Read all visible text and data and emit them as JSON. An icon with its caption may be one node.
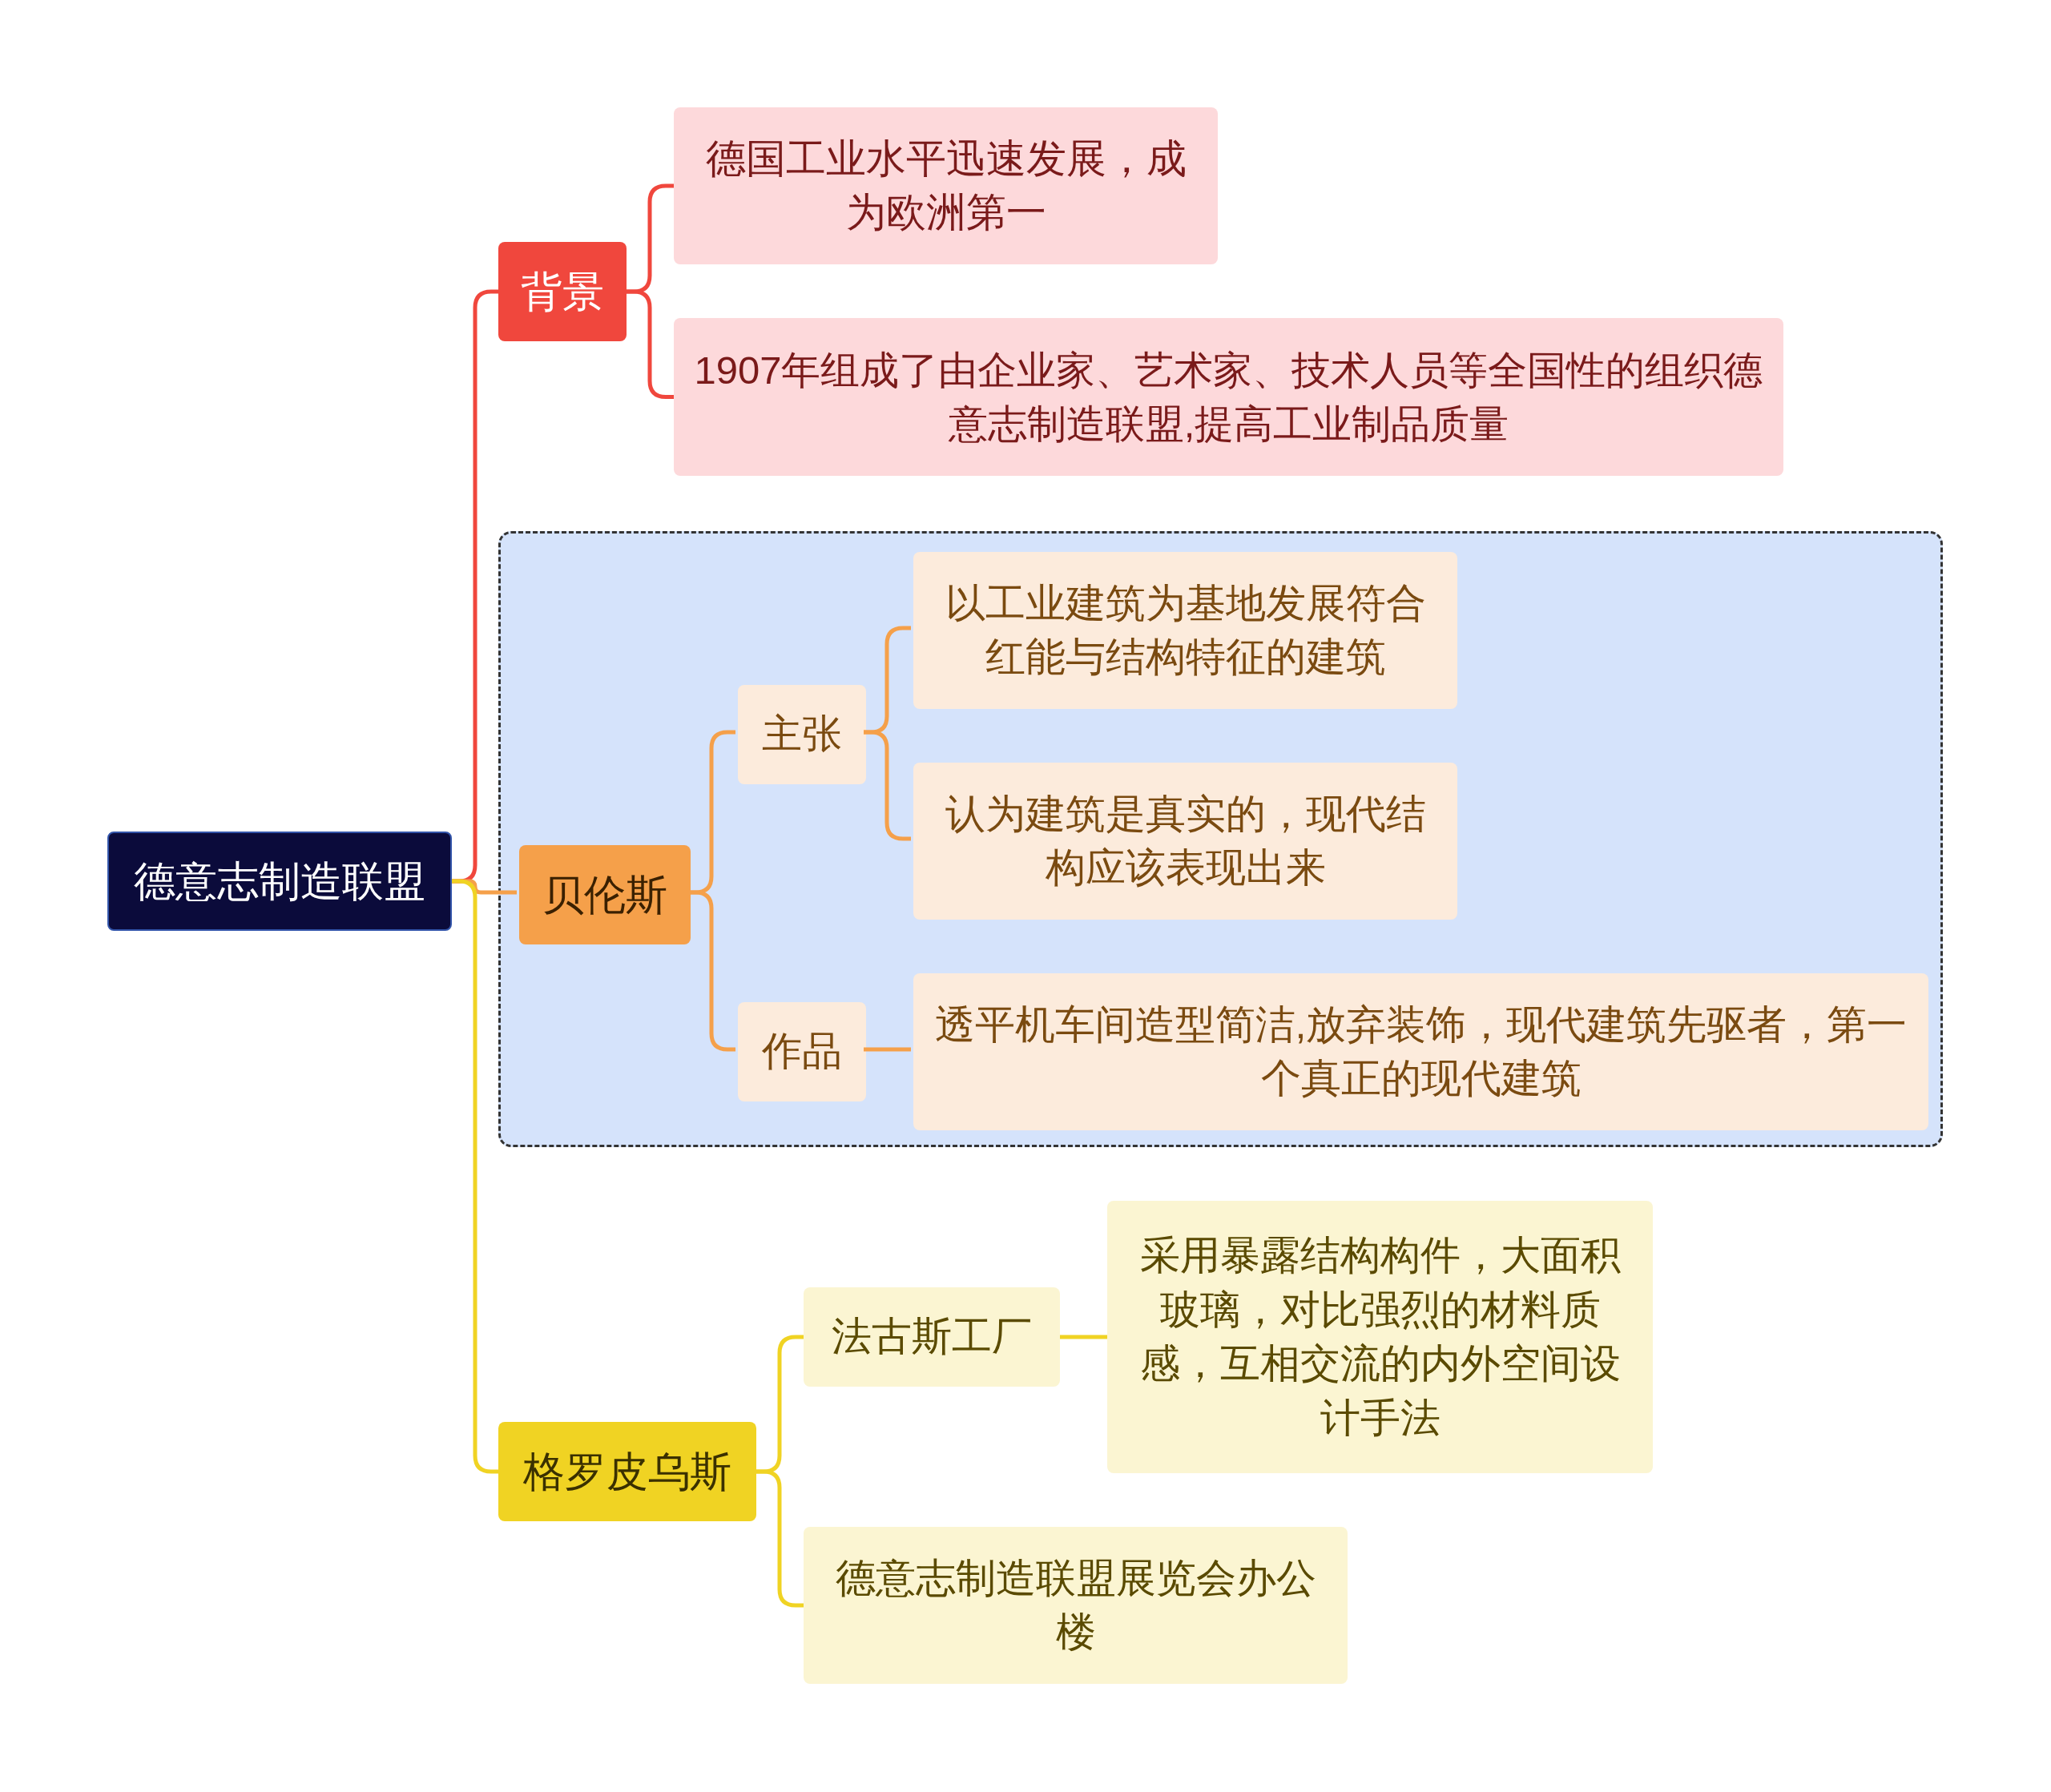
{
  "diagram": {
    "nodes": [
      {
        "text": [
          "德意志制造联盟"
        ]
      },
      {
        "text": [
          "背景"
        ]
      },
      {
        "text": [
          "德国工业水平迅速发展，成为欧洲第一"
        ]
      },
      {
        "text": [
          "1907年组成了由企业家、艺术家、技术人员等全国性的组织德意志制造联盟,提高工业制品质量"
        ]
      },
      {
        "text": [],
        "shape": "box"
      },
      {
        "text": [
          "贝伦斯"
        ],
        "in": 4
      },
      {
        "text": [
          "主张"
        ],
        "in": 4
      },
      {
        "text": [
          "以工业建筑为基地发展符合红能与结构特征的建筑"
        ],
        "in": 4
      },
      {
        "text": [
          "认为建筑是真实的，现代结构应该表现出来"
        ],
        "in": 4
      },
      {
        "text": [
          "作品"
        ],
        "in": 4
      },
      {
        "text": [
          "透平机车间造型简洁,放弃装饰，现代建筑先驱者，第一个真正的现代建筑"
        ],
        "in": 4
      },
      {
        "text": [
          "格罗皮乌斯"
        ]
      },
      {
        "text": [
          "法古斯工厂"
        ]
      },
      {
        "text": [
          "采用暴露结构构件，大面积玻璃，对比强烈的材料质感，互相交流的内外空间设计手法"
        ]
      },
      {
        "text": [
          "德意志制造联盟展览会办公楼"
        ]
      }
    ],
    "edges": [
      {
        "from": 0,
        "to": 1,
        "arrow": "none",
        "color": "#f0473d"
      },
      {
        "from": 1,
        "to": 2,
        "arrow": "none",
        "color": "#f0473d"
      },
      {
        "from": 1,
        "to": 3,
        "arrow": "none",
        "color": "#f0473d"
      },
      {
        "from": 0,
        "to": 5,
        "arrow": "none",
        "color": "#f5a04a"
      },
      {
        "from": 5,
        "to": 6,
        "arrow": "none",
        "color": "#f5a04a"
      },
      {
        "from": 6,
        "to": 7,
        "arrow": "none",
        "color": "#f5a04a"
      },
      {
        "from": 6,
        "to": 8,
        "arrow": "none",
        "color": "#f5a04a"
      },
      {
        "from": 5,
        "to": 9,
        "arrow": "none",
        "color": "#f5a04a"
      },
      {
        "from": 9,
        "to": 10,
        "arrow": "none",
        "color": "#f5a04a"
      },
      {
        "from": 0,
        "to": 11,
        "arrow": "none",
        "color": "#f0d323"
      },
      {
        "from": 11,
        "to": 12,
        "arrow": "none",
        "color": "#f0d323"
      },
      {
        "from": 11,
        "to": 14,
        "arrow": "none",
        "color": "#f0d323"
      },
      {
        "from": 12,
        "to": 13,
        "arrow": "none",
        "color": "#f0d323"
      }
    ]
  }
}
